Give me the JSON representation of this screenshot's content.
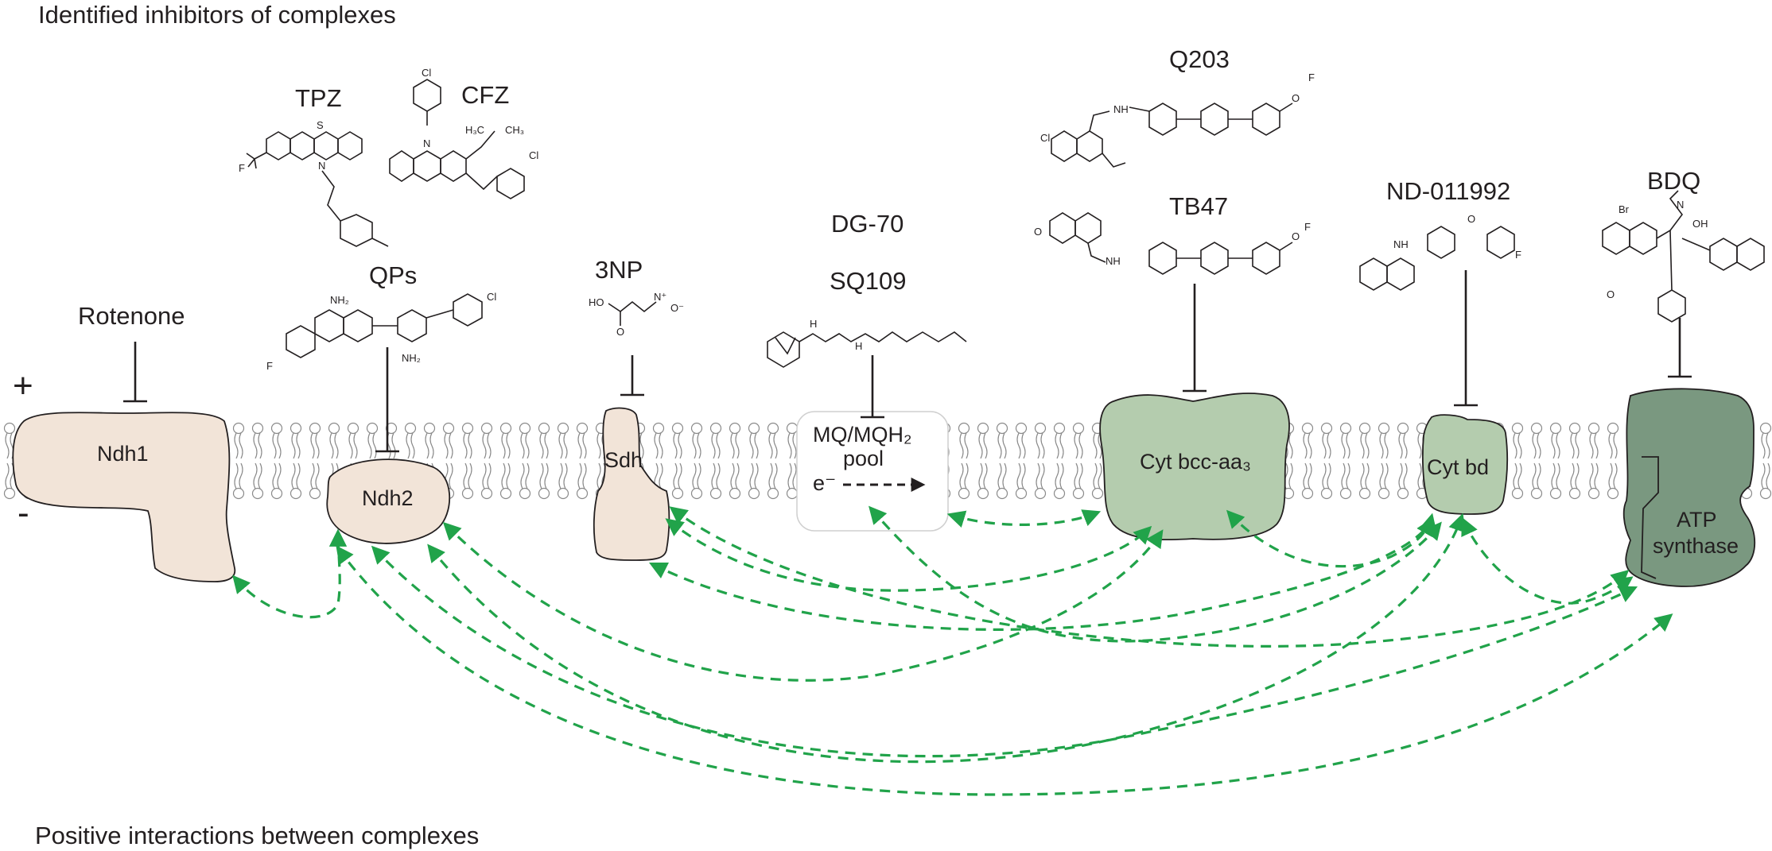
{
  "headings": {
    "top": "Identified inhibitors of complexes",
    "bottom": "Positive interactions between complexes"
  },
  "membrane": {
    "plus": "+",
    "minus": "-"
  },
  "complexes": [
    {
      "id": "ndh1",
      "label": "Ndh1"
    },
    {
      "id": "ndh2",
      "label": "Ndh2"
    },
    {
      "id": "sdh",
      "label": "Sdh"
    },
    {
      "id": "mq_pool",
      "label_line1": "MQ/MQH₂",
      "label_line2": "pool",
      "electron": "e⁻"
    },
    {
      "id": "cyt_bcc",
      "label": "Cyt bcc-aa₃"
    },
    {
      "id": "cyt_bd",
      "label": "Cyt bd"
    },
    {
      "id": "atp_synthase",
      "label_line1": "ATP",
      "label_line2": "synthase"
    }
  ],
  "inhibitors": [
    {
      "name": "Rotenone",
      "target": "Ndh1"
    },
    {
      "name": "TPZ",
      "target": "Ndh2"
    },
    {
      "name": "CFZ",
      "target": "Ndh2"
    },
    {
      "name": "QPs",
      "target": "Ndh2"
    },
    {
      "name": "3NP",
      "target": "Sdh"
    },
    {
      "name": "DG-70",
      "target": "MQ/MQH₂ pool"
    },
    {
      "name": "SQ109",
      "target": "MQ/MQH₂ pool"
    },
    {
      "name": "Q203",
      "target": "Cyt bcc-aa₃"
    },
    {
      "name": "TB47",
      "target": "Cyt bcc-aa₃"
    },
    {
      "name": "ND-011992",
      "target": "Cyt bd"
    },
    {
      "name": "BDQ",
      "target": "ATP synthase"
    }
  ],
  "atoms": {
    "cf3": "F",
    "s": "S",
    "n": "N",
    "cl": "Cl",
    "h3c": "H₃C",
    "ch3": "CH₃",
    "nh2": "NH₂",
    "h": "H",
    "f": "F",
    "ho": "HO",
    "o": "O",
    "nplus": "N⁺",
    "ominus": "O⁻",
    "nh": "NH",
    "br": "Br",
    "oh": "OH"
  },
  "interactions": [
    [
      "Ndh1",
      "Ndh2"
    ],
    [
      "Ndh2",
      "Cyt bcc-aa₃"
    ],
    [
      "Ndh2",
      "Cyt bd"
    ],
    [
      "Ndh2",
      "ATP synthase"
    ],
    [
      "Ndh2",
      "ATP synthase"
    ],
    [
      "Sdh",
      "Cyt bcc-aa₃"
    ],
    [
      "Sdh",
      "Cyt bd"
    ],
    [
      "Sdh",
      "ATP synthase"
    ],
    [
      "MQ/MQH₂ pool",
      "Cyt bcc-aa₃"
    ],
    [
      "MQ/MQH₂ pool",
      "Cyt bd"
    ],
    [
      "Cyt bcc-aa₃",
      "Cyt bd"
    ],
    [
      "Cyt bd",
      "ATP synthase"
    ]
  ],
  "colors": {
    "ndh_sdh_fill": "#f2e4d8",
    "cyt_bcc_fill": "#b4ccae",
    "cyt_bd_fill": "#b4ccae",
    "atp_fill": "#7a9880",
    "interaction_arrow": "#21a34a",
    "membrane_stroke": "#8a8a8a"
  }
}
